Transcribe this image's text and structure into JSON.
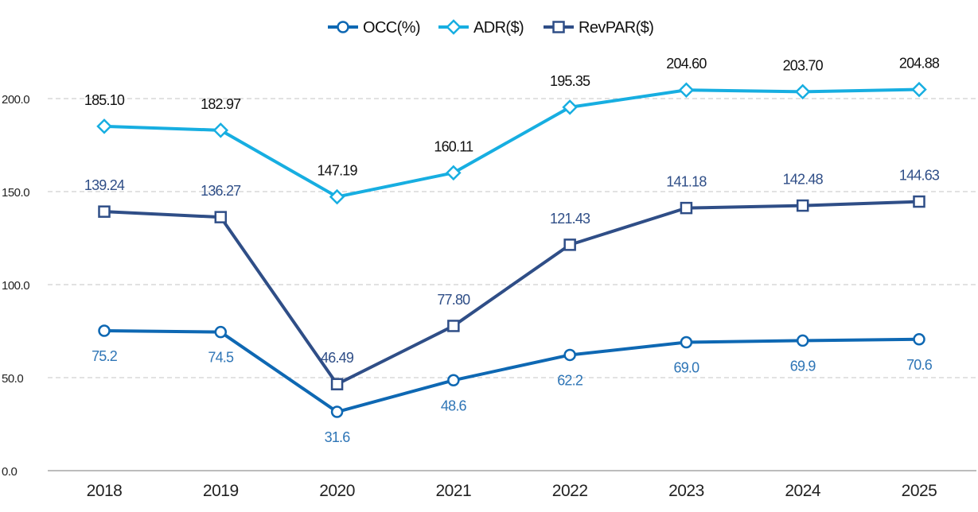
{
  "chart_data": {
    "type": "line",
    "categories": [
      "2018",
      "2019",
      "2020",
      "2021",
      "2022",
      "2023",
      "2024",
      "2025"
    ],
    "series": [
      {
        "name": "OCC(%)",
        "values": [
          75.2,
          74.5,
          31.6,
          48.6,
          62.2,
          69.0,
          69.9,
          70.6
        ],
        "labels": [
          "75.2",
          "74.5",
          "31.6",
          "48.6",
          "62.2",
          "69.0",
          "69.9",
          "70.6"
        ],
        "color": "#0E68B3",
        "label_color": "#2E75B6",
        "marker": "circle",
        "label_position": "below"
      },
      {
        "name": "ADR($)",
        "values": [
          185.1,
          182.97,
          147.19,
          160.11,
          195.35,
          204.6,
          203.7,
          204.88
        ],
        "labels": [
          "185.10",
          "182.97",
          "147.19",
          "160.11",
          "195.35",
          "204.60",
          "203.70",
          "204.88"
        ],
        "color": "#17AEE1",
        "label_color": "#111111",
        "marker": "diamond",
        "label_position": "above"
      },
      {
        "name": "RevPAR($)",
        "values": [
          139.24,
          136.27,
          46.49,
          77.8,
          121.43,
          141.18,
          142.48,
          144.63
        ],
        "labels": [
          "139.24",
          "136.27",
          "46.49",
          "77.80",
          "121.43",
          "141.18",
          "142.48",
          "144.63"
        ],
        "color": "#2F4E87",
        "label_color": "#2F4E87",
        "marker": "square",
        "label_position": "above"
      }
    ],
    "y_ticks": [
      "0.0",
      "50.0",
      "100.0",
      "150.0",
      "200.0"
    ],
    "ylim": [
      0,
      200
    ],
    "grid": "horizontal-dashed",
    "legend_position": "top-center",
    "axis_color": "#A6A6A6",
    "grid_color": "#D0D0D0",
    "tick_color": "#222222"
  }
}
